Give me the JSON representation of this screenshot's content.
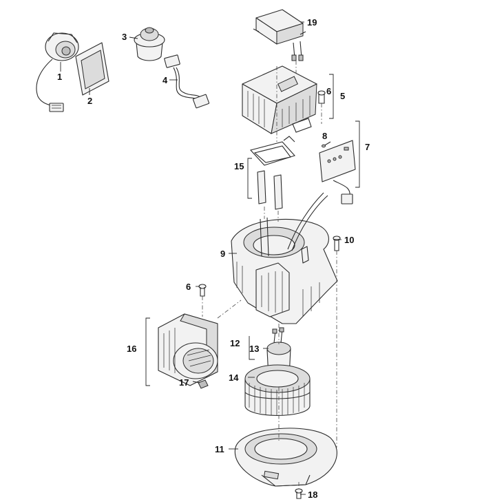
{
  "callouts": [
    {
      "id": "1",
      "text": "1"
    },
    {
      "id": "2",
      "text": "2"
    },
    {
      "id": "3",
      "text": "3"
    },
    {
      "id": "4",
      "text": "4"
    },
    {
      "id": "5",
      "text": "5"
    },
    {
      "id": "6a",
      "text": "6"
    },
    {
      "id": "6b",
      "text": "6"
    },
    {
      "id": "7",
      "text": "7"
    },
    {
      "id": "8",
      "text": "8"
    },
    {
      "id": "9",
      "text": "9"
    },
    {
      "id": "10",
      "text": "10"
    },
    {
      "id": "11",
      "text": "11"
    },
    {
      "id": "12",
      "text": "12"
    },
    {
      "id": "13",
      "text": "13"
    },
    {
      "id": "14",
      "text": "14"
    },
    {
      "id": "15",
      "text": "15"
    },
    {
      "id": "16",
      "text": "16"
    },
    {
      "id": "17",
      "text": "17"
    },
    {
      "id": "18",
      "text": "18"
    },
    {
      "id": "19",
      "text": "19"
    }
  ]
}
